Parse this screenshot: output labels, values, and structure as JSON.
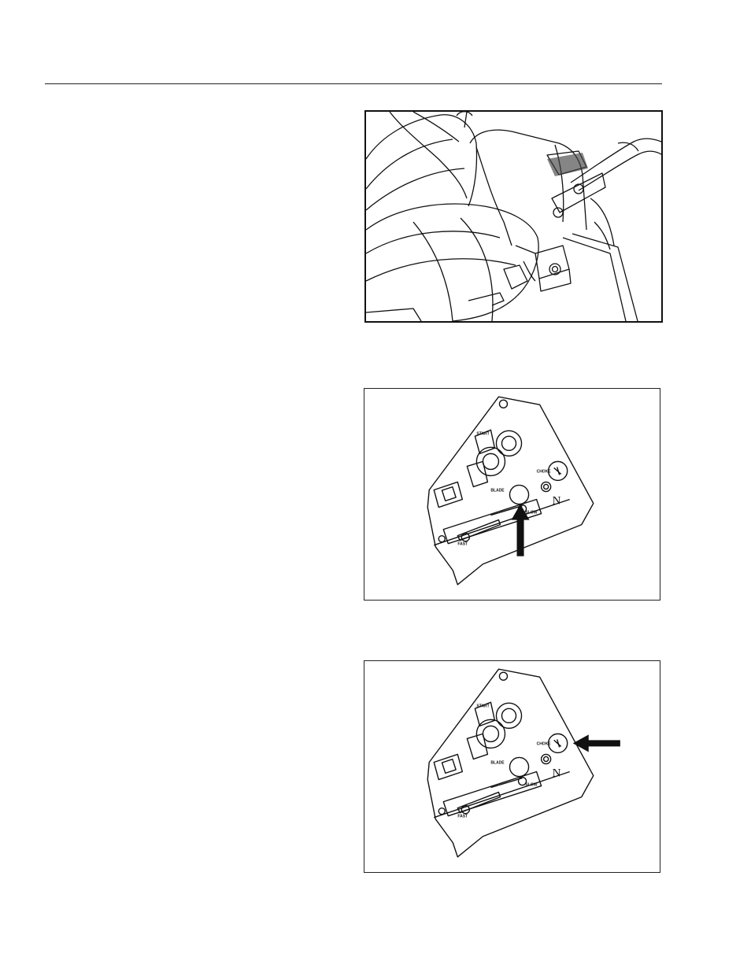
{
  "page": {
    "figures": [
      {
        "id": "seat-and-steering-lever-illustration"
      },
      {
        "id": "control-panel-start-switch-illustration"
      },
      {
        "id": "control-panel-throttle-illustration"
      }
    ]
  },
  "panel": {
    "key_label": "START",
    "blade_label": "BLADE",
    "throttle_label": "CHOKE",
    "fast_label": "FAST",
    "slow_label": "SLOW",
    "neutral_label": "N"
  }
}
